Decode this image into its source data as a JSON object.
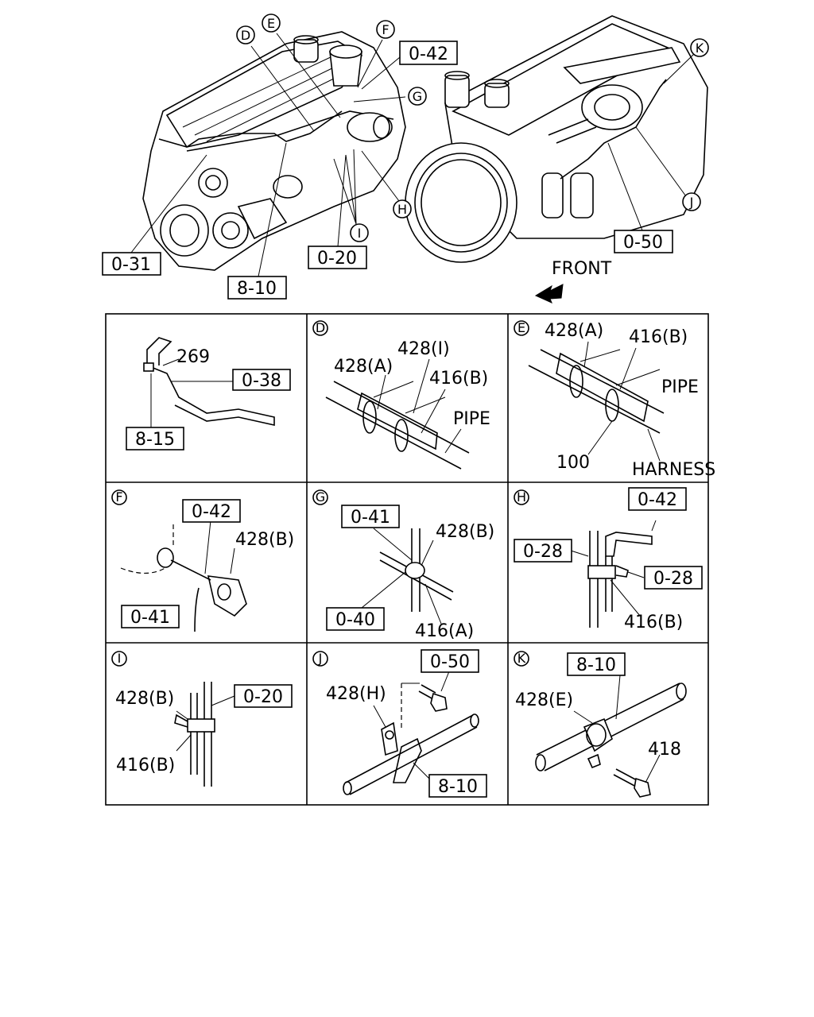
{
  "overview": {
    "callouts": {
      "D": "D",
      "E": "E",
      "F": "F",
      "G": "G",
      "H": "H",
      "I": "I",
      "J": "J",
      "K": "K"
    },
    "parts": {
      "p0_42": "0-42",
      "p0_31": "0-31",
      "p8_10": "8-10",
      "p0_20": "0-20",
      "p0_50": "0-50"
    },
    "front_label": "FRONT"
  },
  "panels": {
    "a": {
      "num269": "269",
      "box0_38": "0-38",
      "box8_15": "8-15"
    },
    "d": {
      "tag": "D",
      "l428a": "428(A)",
      "l428i": "428(I)",
      "l416b": "416(B)",
      "pipe": "PIPE"
    },
    "e": {
      "tag": "E",
      "l428a": "428(A)",
      "l416b": "416(B)",
      "pipe": "PIPE",
      "l100": "100",
      "harness": "HARNESS"
    },
    "f": {
      "tag": "F",
      "box0_42": "0-42",
      "l428b": "428(B)",
      "box0_41": "0-41"
    },
    "g": {
      "tag": "G",
      "box0_41": "0-41",
      "l428b": "428(B)",
      "box0_40": "0-40",
      "l416a": "416(A)"
    },
    "h": {
      "tag": "H",
      "box0_42": "0-42",
      "box0_28a": "0-28",
      "box0_28b": "0-28",
      "l416b": "416(B)"
    },
    "i": {
      "tag": "I",
      "l428b": "428(B)",
      "box0_20": "0-20",
      "l416b": "416(B)"
    },
    "j": {
      "tag": "J",
      "box0_50": "0-50",
      "l428h": "428(H)",
      "box8_10": "8-10"
    },
    "k": {
      "tag": "K",
      "box8_10": "8-10",
      "l428e": "428(E)",
      "l418": "418"
    }
  }
}
